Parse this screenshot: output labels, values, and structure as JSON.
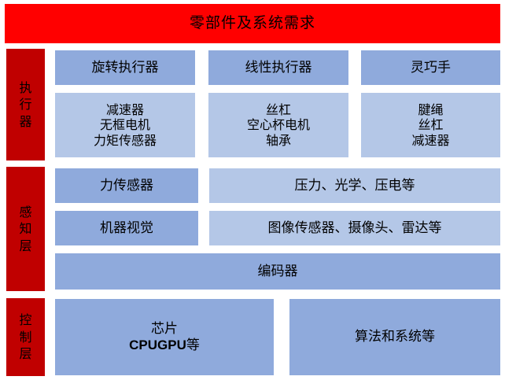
{
  "header": {
    "title": "零部件及系统需求",
    "background_color": "#ff0000",
    "text_color": "#000000"
  },
  "palette": {
    "header_red": "#ff0000",
    "sidebar_red": "#c00000",
    "tile_blue_dark": "#8faadc",
    "tile_blue_light": "#b4c7e7",
    "page_background": "#ffffff"
  },
  "sidebar": {
    "items": [
      {
        "label": "执行器",
        "chars": [
          "执",
          "行",
          "器"
        ]
      },
      {
        "label": "感知层",
        "chars": [
          "感",
          "知",
          "层"
        ]
      },
      {
        "label": "控制层",
        "chars": [
          "控",
          "制",
          "层"
        ]
      }
    ]
  },
  "sections": {
    "actuator": {
      "row1": [
        {
          "label": "旋转执行器"
        },
        {
          "label": "线性执行器"
        },
        {
          "label": "灵巧手"
        }
      ],
      "row2": [
        {
          "lines": [
            "减速器",
            "无框电机",
            "力矩传感器"
          ]
        },
        {
          "lines": [
            "丝杠",
            "空心杯电机",
            "轴承"
          ]
        },
        {
          "lines": [
            "腱绳",
            "丝杠",
            "减速器"
          ]
        }
      ]
    },
    "sensing": {
      "row1": {
        "category": "力传感器",
        "detail": "压力、光学、压电等"
      },
      "row2": {
        "category": "机器视觉",
        "detail": "图像传感器、摄像头、雷达等"
      },
      "row3": {
        "label": "编码器"
      }
    },
    "control": {
      "items": [
        {
          "lines": [
            "芯片",
            "CPUGPU等"
          ],
          "line1": "芯片",
          "line2_latin": "CPUGPU",
          "line2_cn": "等"
        },
        {
          "lines": [
            "算法和系统等"
          ],
          "line1": "算法和系统等"
        }
      ]
    }
  }
}
